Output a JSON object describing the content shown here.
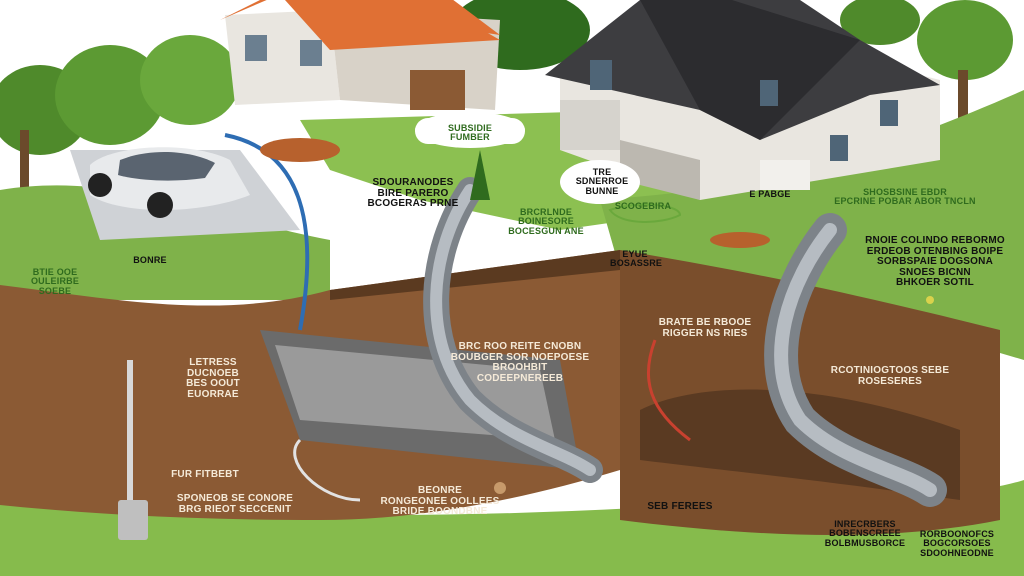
{
  "colors": {
    "sky": "#ffffff",
    "grass": "#7fb24a",
    "grass_dark": "#4f8a2b",
    "soil": "#8b5a34",
    "soil_dark": "#5b3a20",
    "pipe": "#9aa0a6",
    "roof_left": "#e07034",
    "roof_right": "#3d3d40",
    "siding": "#e9e6e0"
  },
  "labels": {
    "top_mid": [
      "SUBSIDIE",
      "FUMBER"
    ],
    "mid_left_top": [
      "SDOURANODES",
      "BIRE PARERO",
      "BCOGERAS PRNE"
    ],
    "center_left": [
      "BRCRLNDE",
      "BOINESORE",
      "BOCESGUN ANE"
    ],
    "center_bubble": [
      "TRE",
      "SDNERROE",
      "BUNNE"
    ],
    "center_small": [
      "E PABGE"
    ],
    "green_scribble": [
      "SCOGEBIRA"
    ],
    "center_right": [
      "EYUE",
      "BOSASSRE"
    ],
    "right_top": [
      "SHOSBSINE EBDR",
      "EPCRINE POBAR ABOR TNCLN"
    ],
    "right_mid": [
      "RNOIE COLINDO REBORMO",
      "ERDEOB OTENBING BOIPE",
      "SORBSPAIE DOGSONA",
      "SNOES BICNN",
      "BHKOER SOTIL"
    ],
    "far_left": [
      "BTIE OOE",
      "OULEIRBE",
      "SOEBE"
    ],
    "left_pipe": [
      "BONRE"
    ],
    "underground_left": [
      "LETRESS",
      "DUCNOEB",
      "BES OOUT",
      "EUORRAE"
    ],
    "underground_center": [
      "BRC ROO REITE CNOBN",
      "BOUBGER SOR NOEPOESE",
      "BROOHBIT CODEEPNEREEB"
    ],
    "underground_right_top": [
      "BRATE BE RBOOE",
      "RIGGER NS RIES"
    ],
    "underground_right": [
      "RCOTINIOGTOOS SEBE",
      "ROSESERES"
    ],
    "bottom_left_1": [
      "FUR FITBEBT"
    ],
    "bottom_left_2": [
      "SPONEOB SE CONORE",
      "BRG RIEOT SECCENIT"
    ],
    "bottom_center": [
      "BEONRE",
      "RONGEONEE OOLLEES",
      "BRIDE BOONDBNE"
    ],
    "bottom_mid": [
      "SEB FEREES"
    ],
    "bottom_right_1": [
      "INRECRBERS",
      "BOBENSCREEE",
      "BOLBMUSBORCE"
    ],
    "bottom_right_2": [
      "RORBOONOFCS",
      "BOGCORSOES",
      "SDOOHNEODNE"
    ]
  }
}
